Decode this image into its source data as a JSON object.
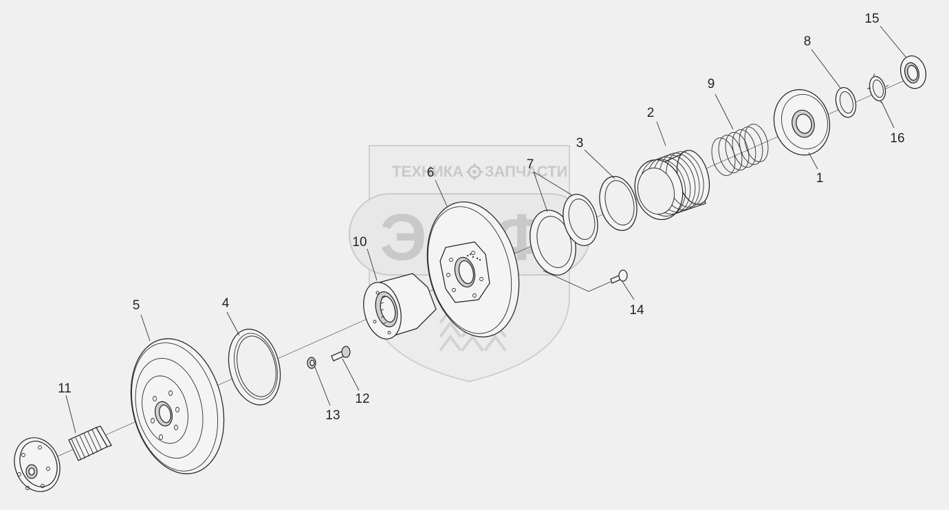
{
  "watermark": {
    "left_text": "ТЕХНИКА",
    "right_text": "ЗАПЧАСТИ",
    "logo_text": "ЭПФ",
    "logo_icon": "gear-icon"
  },
  "callouts": [
    {
      "id": "1",
      "text": "1"
    },
    {
      "id": "2",
      "text": "2"
    },
    {
      "id": "3",
      "text": "3"
    },
    {
      "id": "4",
      "text": "4"
    },
    {
      "id": "5",
      "text": "5"
    },
    {
      "id": "6",
      "text": "6"
    },
    {
      "id": "7",
      "text": "7"
    },
    {
      "id": "8",
      "text": "8"
    },
    {
      "id": "9",
      "text": "9"
    },
    {
      "id": "10",
      "text": "10"
    },
    {
      "id": "11",
      "text": "11"
    },
    {
      "id": "12",
      "text": "12"
    },
    {
      "id": "13",
      "text": "13"
    },
    {
      "id": "14",
      "text": "14"
    },
    {
      "id": "15",
      "text": "15"
    },
    {
      "id": "16",
      "text": "16"
    }
  ]
}
